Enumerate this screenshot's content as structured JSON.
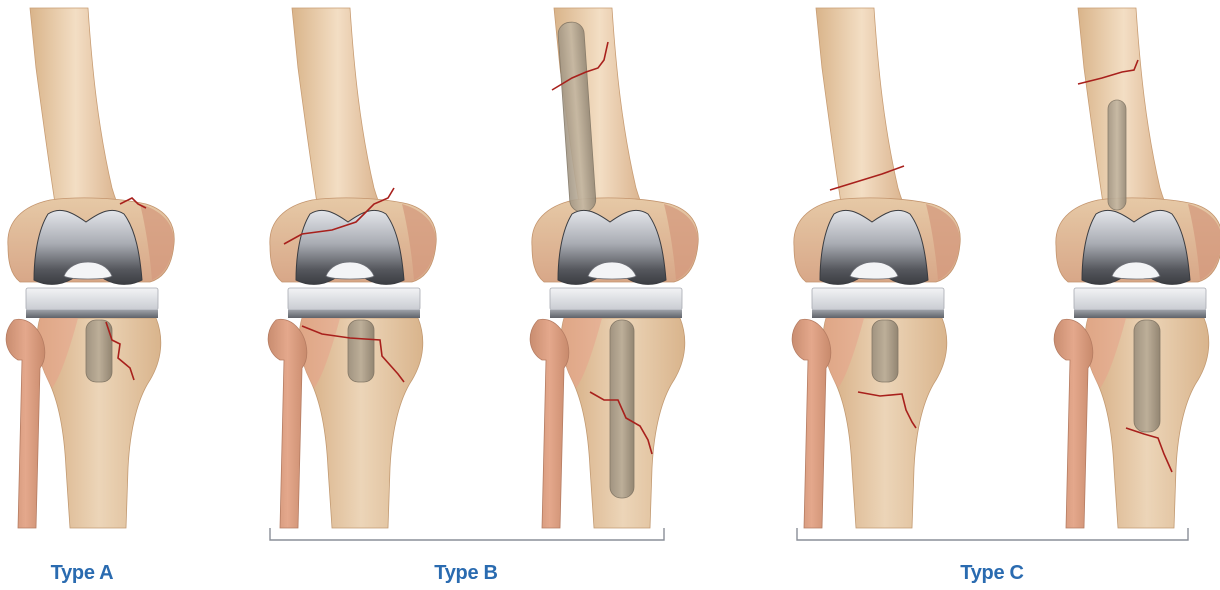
{
  "labels": {
    "type_a": "Type A",
    "type_b": "Type B",
    "type_c": "Type C"
  },
  "colors": {
    "label": "#2a6bb0",
    "bracket": "#8a8f98",
    "bone_light": "#efd9bd",
    "bone_mid": "#dcbb93",
    "bone_dark": "#c99c72",
    "bone_pink": "#d7937c",
    "implant_light": "#d8dadf",
    "implant_dark": "#4a4c52",
    "insert": "#e4e6ea",
    "fracture": "#a8201c",
    "stem": "#8c8172"
  },
  "panels": [
    {
      "id": "a1",
      "group": "A",
      "femoral_stem": false,
      "tibial_stem": "short"
    },
    {
      "id": "b1",
      "group": "B",
      "femoral_stem": false,
      "tibial_stem": "short"
    },
    {
      "id": "b2",
      "group": "B",
      "femoral_stem": true,
      "tibial_stem": "long"
    },
    {
      "id": "c1",
      "group": "C",
      "femoral_stem": false,
      "tibial_stem": "short"
    },
    {
      "id": "c2",
      "group": "C",
      "femoral_stem": true,
      "tibial_stem": "medium"
    }
  ]
}
